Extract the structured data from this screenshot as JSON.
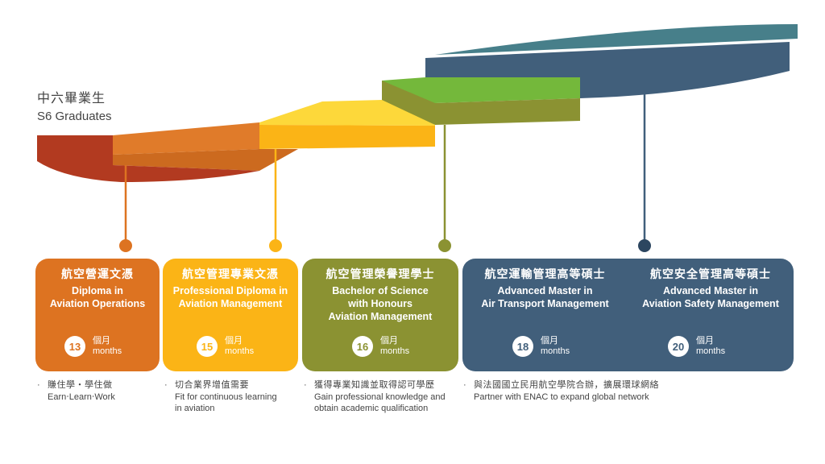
{
  "intro": {
    "zh": "中六畢業生",
    "en": "S6 Graduates"
  },
  "colors": {
    "orange": "#dd7321",
    "amber": "#fbb416",
    "olive": "#8b9232",
    "slate": "#415f7b",
    "red": "#b23a20",
    "green": "#74b83b",
    "teal": "#477f8a"
  },
  "cards": [
    {
      "zh": "航空營運文憑",
      "en": "Diploma in\nAviation Operations",
      "num": "13",
      "zh_unit": "個月",
      "unit": "months"
    },
    {
      "zh": "航空管理專業文憑",
      "en": "Professional Diploma in\nAviation Management",
      "num": "15",
      "zh_unit": "個月",
      "unit": "months"
    },
    {
      "zh": "航空管理榮譽理學士",
      "en": "Bachelor of Science\nwith Honours\nAviation Management",
      "num": "16",
      "zh_unit": "個月",
      "unit": "months"
    },
    {
      "zh": "航空運輸管理高等碩士",
      "en": "Advanced Master in\nAir Transport Management",
      "num": "18",
      "zh_unit": "個月",
      "unit": "months"
    },
    {
      "zh": "航空安全管理高等碩士",
      "en": "Advanced Master in\nAviation Safety Management",
      "num": "20",
      "zh_unit": "個月",
      "unit": "months"
    }
  ],
  "notes": [
    {
      "bullet": "·",
      "zh": "賺住學‧學住做",
      "en": "Earn‧Learn‧Work"
    },
    {
      "bullet": "·",
      "zh": "切合業界增值需要",
      "en": "Fit for continuous learning\nin aviation"
    },
    {
      "bullet": "·",
      "zh": "獲得專業知識並取得認可學歷",
      "en": "Gain professional knowledge and\nobtain academic qualification"
    },
    {
      "bullet": "·",
      "zh": "與法國國立民用航空學院合辦，擴展環球網絡",
      "en": "Partner with ENAC to expand global network"
    }
  ]
}
